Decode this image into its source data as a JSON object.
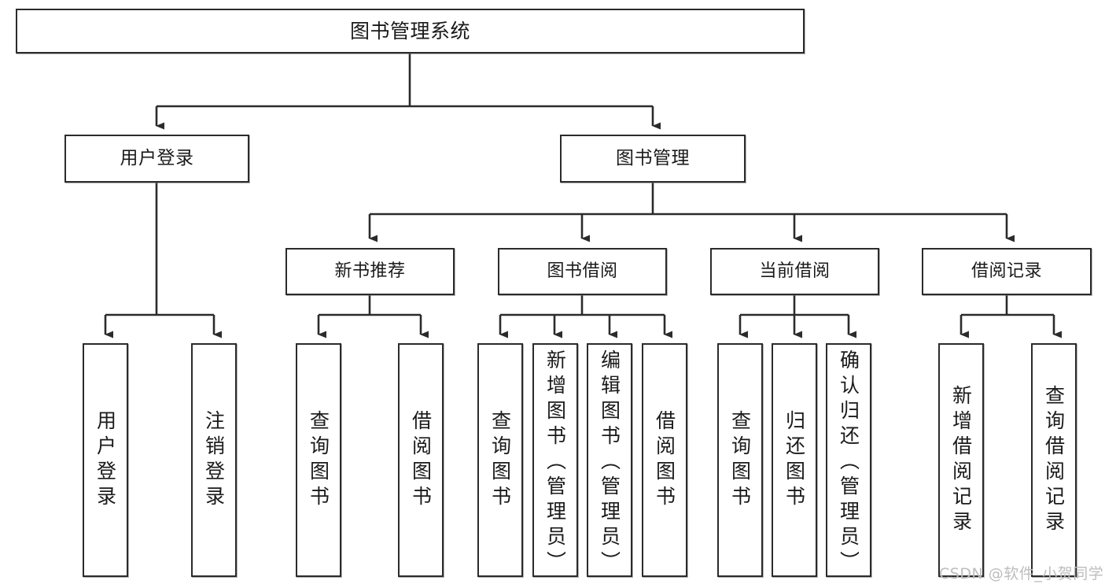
{
  "diagram": {
    "type": "tree-hierarchy",
    "title": "图书管理系统",
    "orientation": "top-down",
    "line_color": "#2b2b2b",
    "box_fill": "#ffffff",
    "nodes": {
      "root": {
        "label": "图书管理系统"
      },
      "level2": [
        {
          "id": "user-login",
          "label": "用户登录"
        },
        {
          "id": "book-management",
          "label": "图书管理"
        }
      ],
      "level3": [
        {
          "id": "new-book-recommend",
          "label": "新书推荐"
        },
        {
          "id": "book-borrow",
          "label": "图书借阅"
        },
        {
          "id": "current-borrow",
          "label": "当前借阅"
        },
        {
          "id": "borrow-record",
          "label": "借阅记录"
        }
      ],
      "leaves": {
        "user_login": [
          {
            "id": "leaf-user-login",
            "label": "用户登录"
          },
          {
            "id": "leaf-logout-login",
            "label": "注销登录"
          }
        ],
        "new_book_recommend": [
          {
            "id": "leaf-query-book-1",
            "label": "查询图书"
          },
          {
            "id": "leaf-borrow-book-1",
            "label": "借阅图书"
          }
        ],
        "book_borrow": [
          {
            "id": "leaf-query-book-2",
            "label": "查询图书"
          },
          {
            "id": "leaf-add-book",
            "label": "新增图书（管理员）"
          },
          {
            "id": "leaf-edit-book",
            "label": "编辑图书（管理员）"
          },
          {
            "id": "leaf-borrow-book-2",
            "label": "借阅图书"
          }
        ],
        "current_borrow": [
          {
            "id": "leaf-query-book-3",
            "label": "查询图书"
          },
          {
            "id": "leaf-return-book",
            "label": "归还图书"
          },
          {
            "id": "leaf-confirm-return",
            "label": "确认归还（管理员）"
          }
        ],
        "borrow_record": [
          {
            "id": "leaf-add-record",
            "label": "新增借阅记录"
          },
          {
            "id": "leaf-query-record",
            "label": "查询借阅记录"
          }
        ]
      }
    }
  },
  "watermark": {
    "text": "CSDN @软件_小贺同学",
    "color": "#bdbdbd"
  }
}
